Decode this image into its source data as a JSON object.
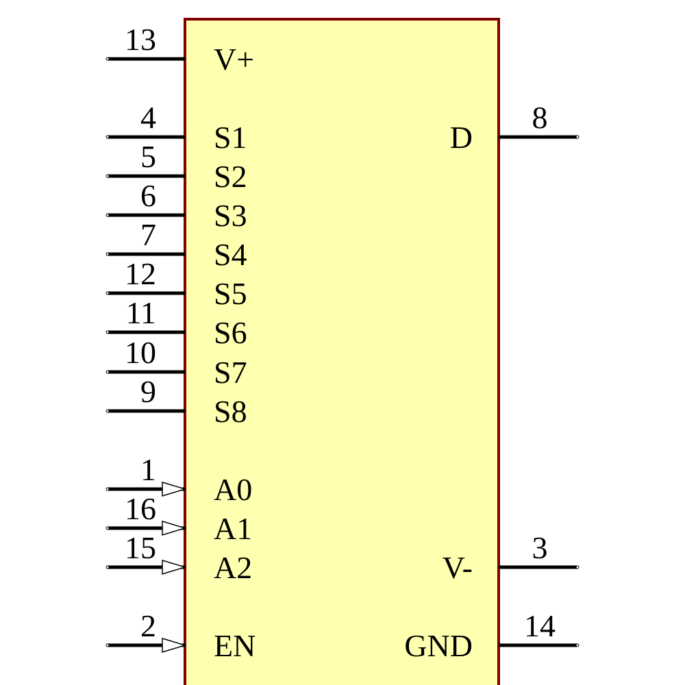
{
  "component": {
    "body_fill": "#ffffb0",
    "body_stroke": "#800000",
    "pin_color": "#000000"
  },
  "left_pins": [
    {
      "number": "13",
      "name": "V+",
      "input_arrow": false
    },
    {
      "number": "4",
      "name": "S1",
      "input_arrow": false
    },
    {
      "number": "5",
      "name": "S2",
      "input_arrow": false
    },
    {
      "number": "6",
      "name": "S3",
      "input_arrow": false
    },
    {
      "number": "7",
      "name": "S4",
      "input_arrow": false
    },
    {
      "number": "12",
      "name": "S5",
      "input_arrow": false
    },
    {
      "number": "11",
      "name": "S6",
      "input_arrow": false
    },
    {
      "number": "10",
      "name": "S7",
      "input_arrow": false
    },
    {
      "number": "9",
      "name": "S8",
      "input_arrow": false
    },
    {
      "number": "1",
      "name": "A0",
      "input_arrow": true
    },
    {
      "number": "16",
      "name": "A1",
      "input_arrow": true
    },
    {
      "number": "15",
      "name": "A2",
      "input_arrow": true
    },
    {
      "number": "2",
      "name": "EN",
      "input_arrow": true
    }
  ],
  "right_pins": [
    {
      "number": "8",
      "name": "D"
    },
    {
      "number": "3",
      "name": "V-"
    },
    {
      "number": "14",
      "name": "GND"
    }
  ]
}
